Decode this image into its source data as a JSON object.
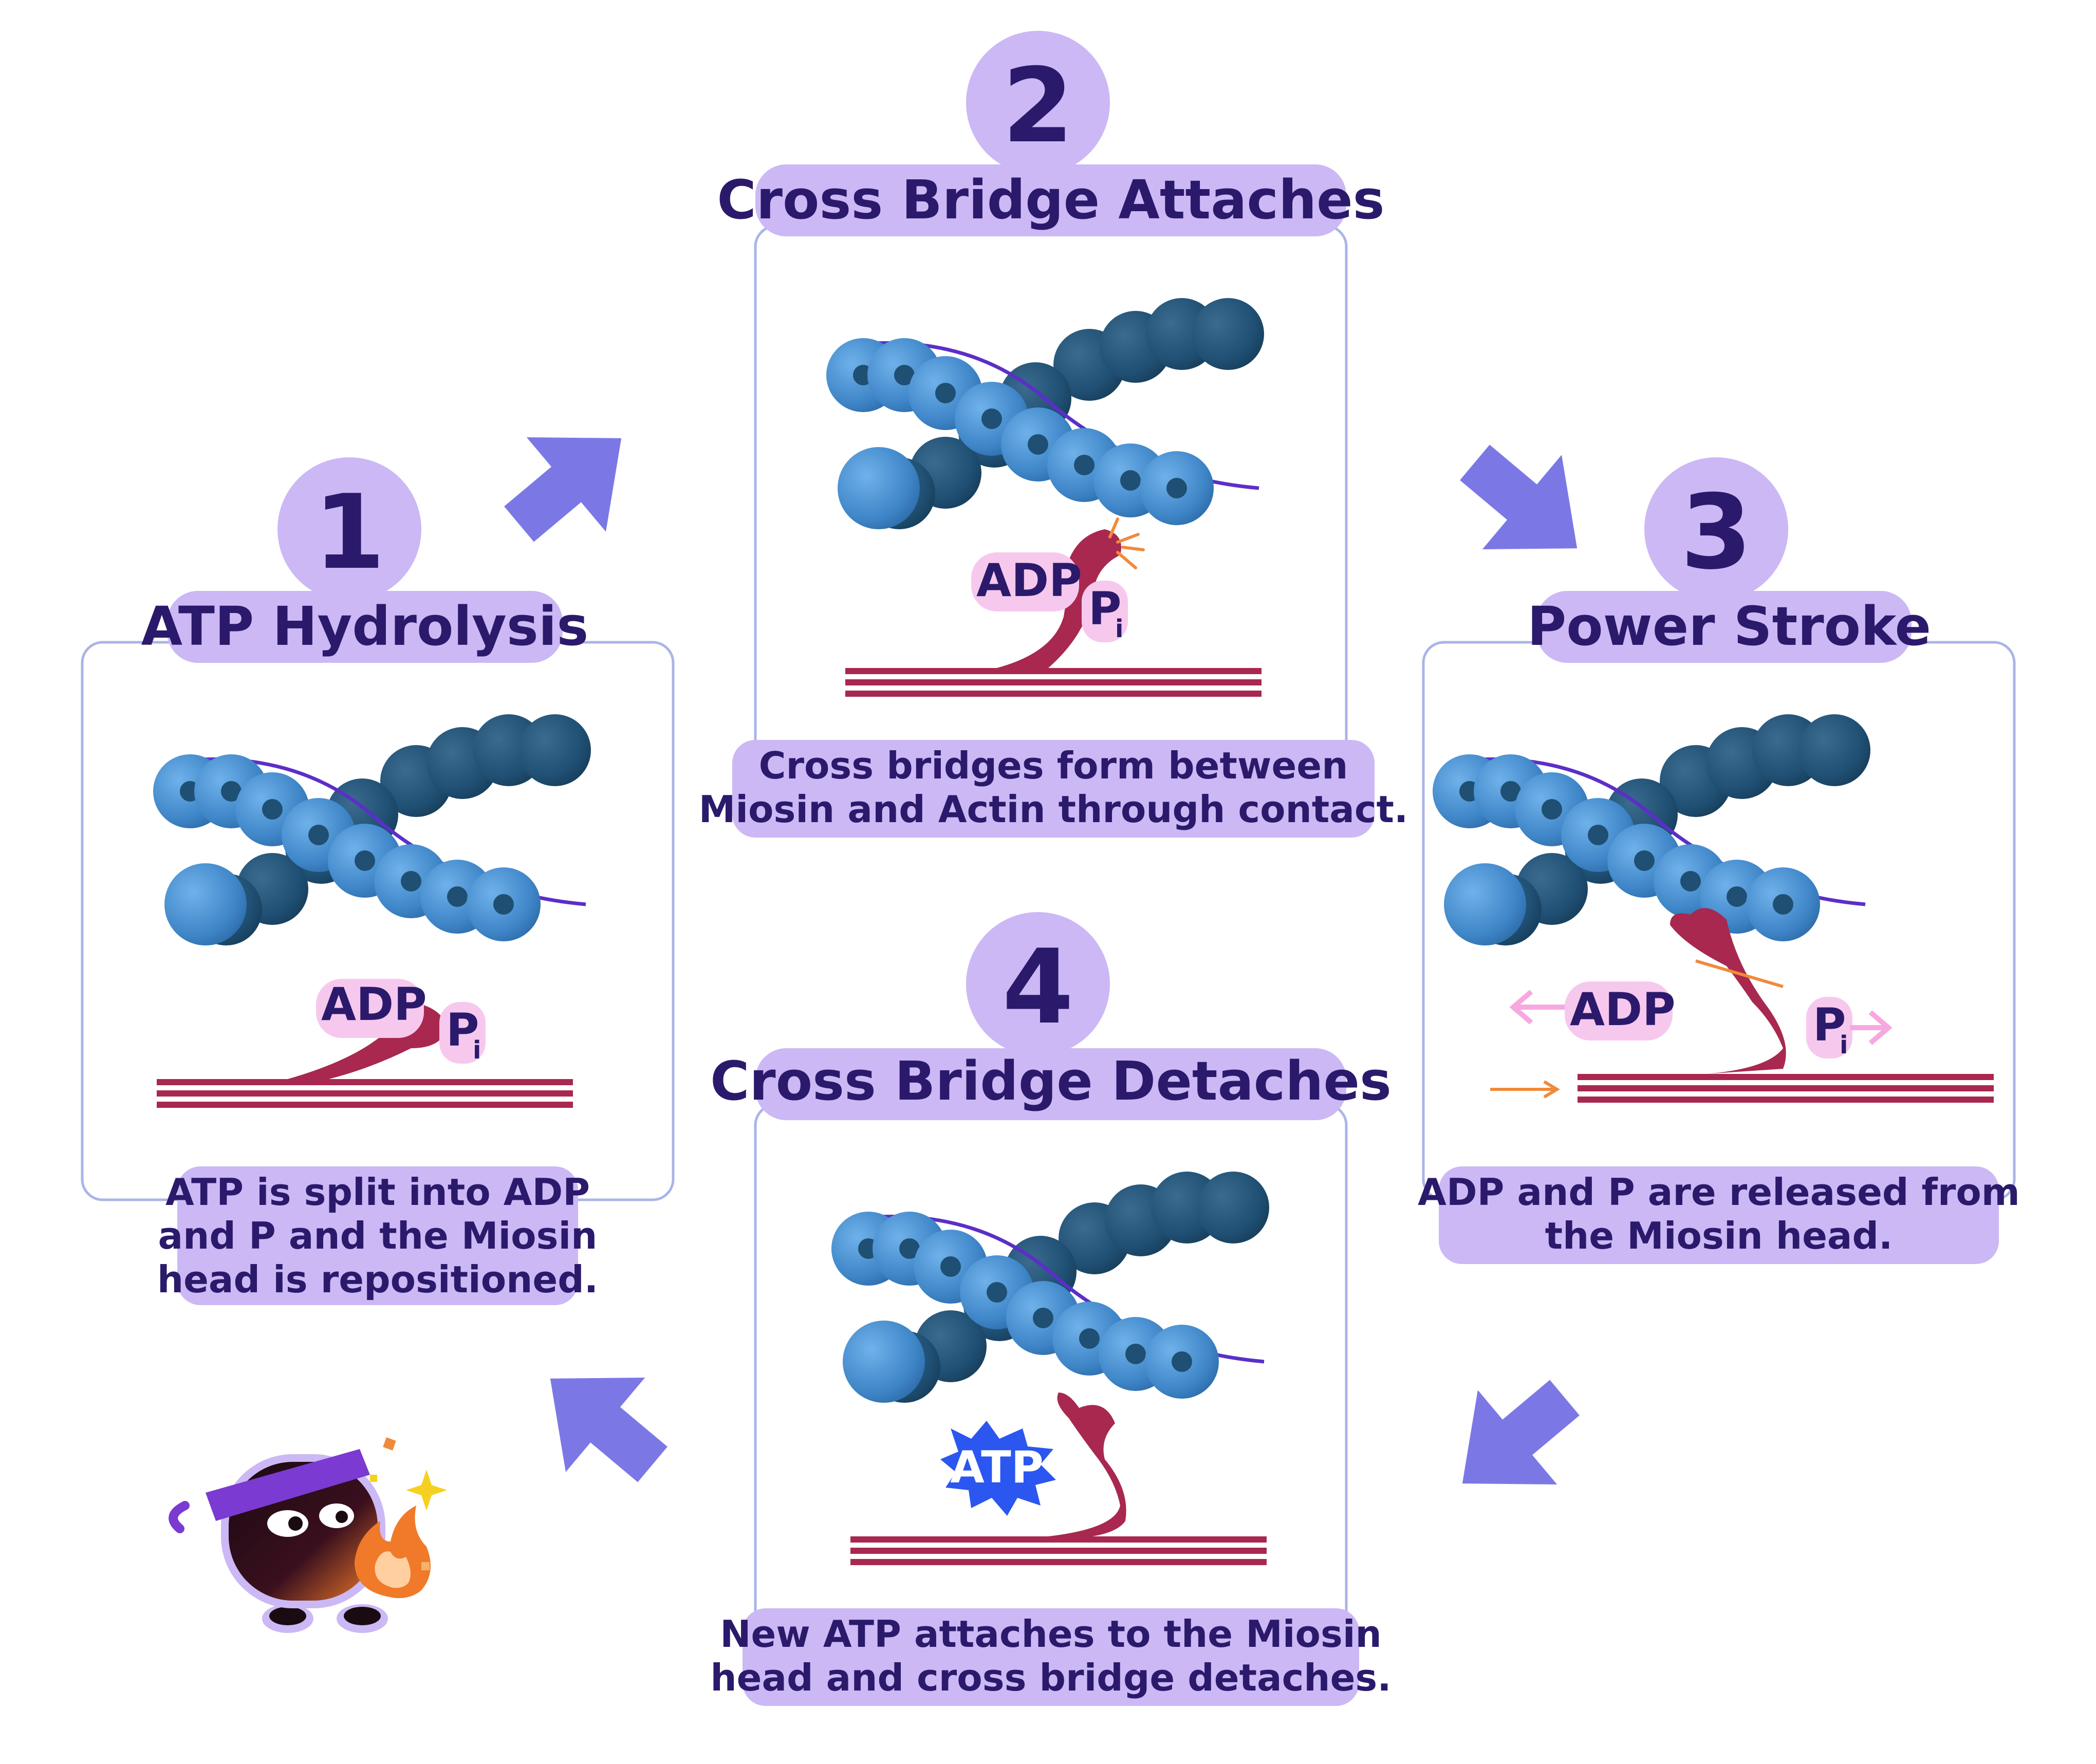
{
  "steps": [
    {
      "number": "1",
      "title": "ATP Hydrolysis",
      "description": [
        "ATP is split into ADP",
        "and P  and the Miosin",
        "head is repositioned."
      ],
      "labels": {
        "adp": "ADP",
        "p": "P",
        "p_sub": "i"
      }
    },
    {
      "number": "2",
      "title": "Cross Bridge Attaches",
      "description": [
        "Cross bridges form between",
        "Miosin and Actin through contact."
      ],
      "labels": {
        "adp": "ADP",
        "p": "P",
        "p_sub": "i"
      }
    },
    {
      "number": "3",
      "title": "Power Stroke",
      "description": [
        "ADP and P  are released from",
        "the Miosin head."
      ],
      "labels": {
        "adp": "ADP",
        "p": "P",
        "p_sub": "i"
      }
    },
    {
      "number": "4",
      "title": "Cross Bridge Detaches",
      "description": [
        "New ATP attaches to the Miosin",
        "head and cross bridge detaches."
      ],
      "labels": {
        "atp": "ATP"
      }
    }
  ],
  "colors": {
    "badge": "#cbb8f5",
    "text": "#2b1a6b",
    "panel_border": "#a9b4e8",
    "arrow": "#7b78e6",
    "actin_light": "#3f86c8",
    "actin_dark": "#1f4f73",
    "myosin": "#a8284f",
    "tropomyosin": "#5b2fc7",
    "label_bg": "#f7c8ee",
    "atp_burst": "#2b56f0"
  },
  "icons": [
    "arrow-icon",
    "mascot-icon",
    "flame-icon",
    "sparkle-icon"
  ]
}
